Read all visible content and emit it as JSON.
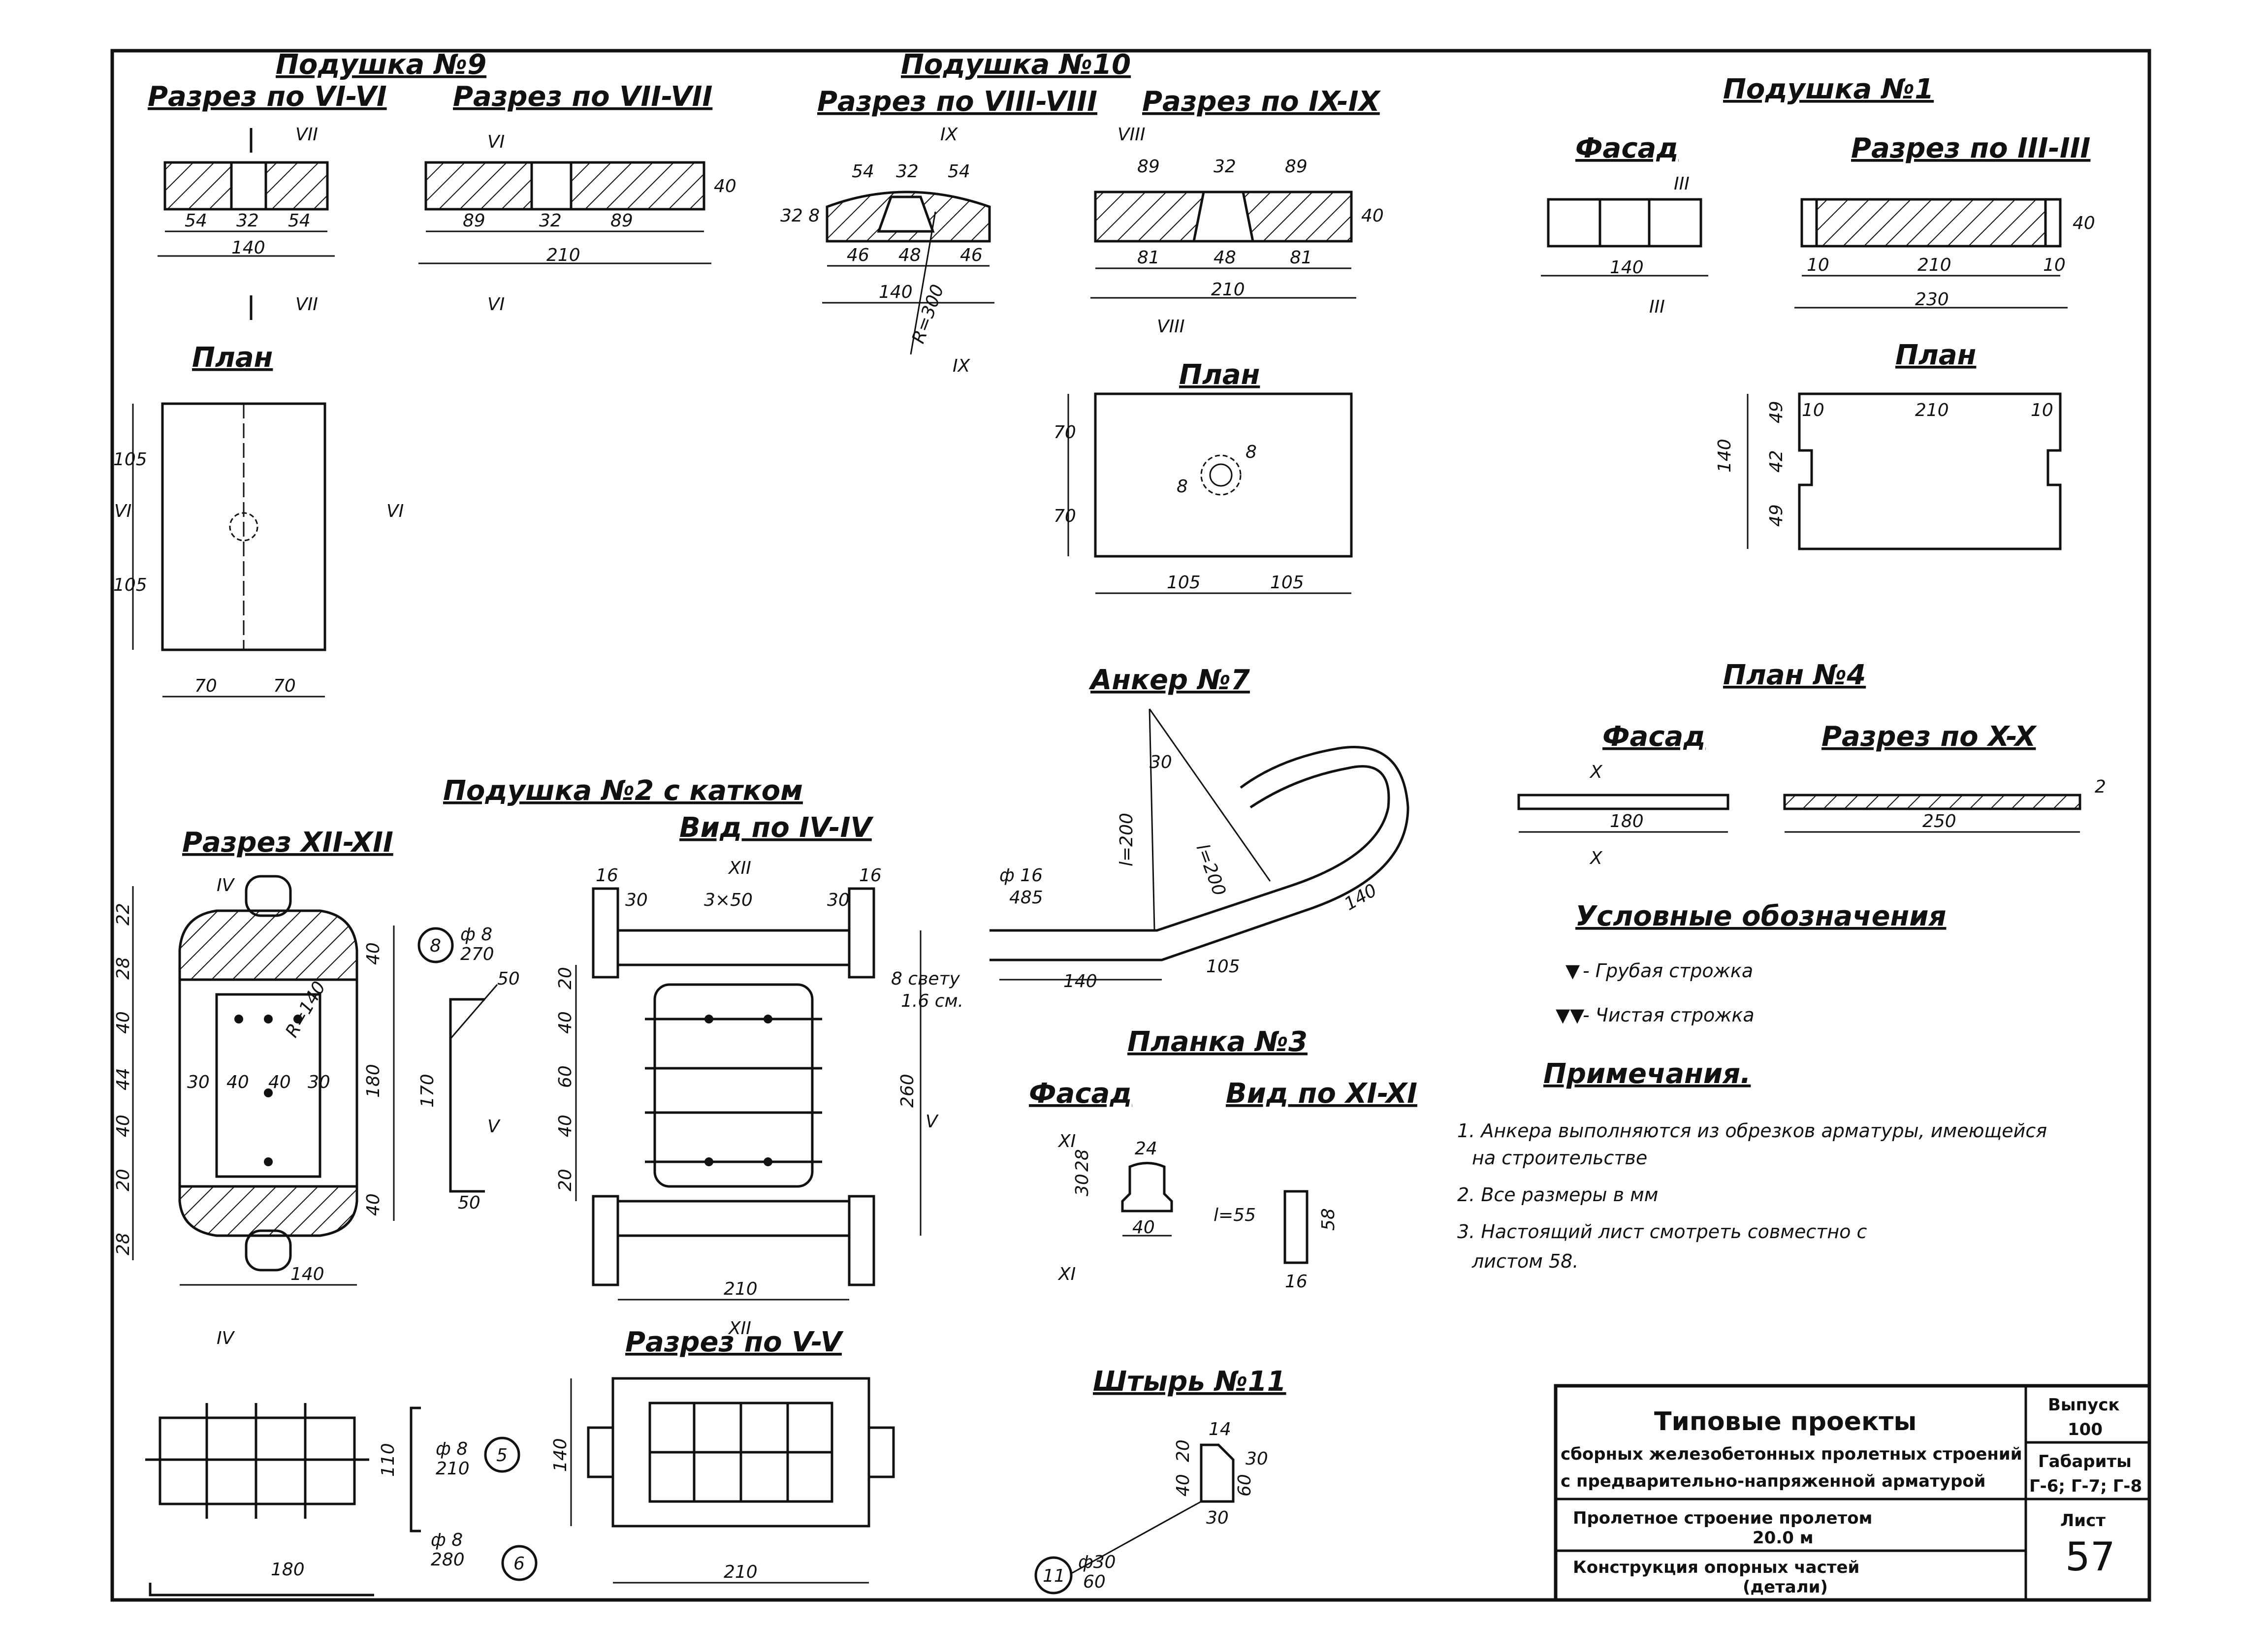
{
  "labels": {
    "pad9": "Подушка №9",
    "pad9_sec6": "Разрез по VI-VI",
    "pad9_sec7": "Разрез по VII-VII",
    "pad9_plan": "План",
    "pad10": "Подушка №10",
    "pad10_sec8": "Разрез по VIII-VIII",
    "pad10_sec9": "Разрез по IX-IX",
    "pad10_plan": "План",
    "pad1": "Подушка №1",
    "pad1_facade": "Фасад",
    "pad1_sec3": "Разрез по III-III",
    "pad1_plan": "План",
    "anchor7": "Анкер №7",
    "plan4": "План №4",
    "plan4_facade": "Фасад",
    "plan4_sec10": "Разрез по X-X",
    "pad2": "Подушка №2 с катком",
    "pad2_sec12": "Разрез XII-XII",
    "pad2_view4": "Вид по IV-IV",
    "pad2_sec5": "Разрез по V-V",
    "strip3": "Планка №3",
    "strip3_facade": "Фасад",
    "strip3_view11": "Вид по XI-XI",
    "pin11": "Штырь №11"
  },
  "roman": {
    "r3": "III",
    "r4": "IV",
    "r5": "V",
    "r6": "VI",
    "r7": "VII",
    "r8": "VIII",
    "r9": "IX",
    "r10": "X",
    "r11": "XI",
    "r12": "XII"
  },
  "dims": {
    "d10": "10",
    "d14": "14",
    "d16": "16",
    "d20": "20",
    "d22": "22",
    "d24": "24",
    "d28": "28",
    "d30": "30",
    "d32": "32",
    "d40": "40",
    "d42": "42",
    "d44": "44",
    "d46": "46",
    "d48": "48",
    "d49": "49",
    "d50": "50",
    "d54": "54",
    "d58": "58",
    "d60": "60",
    "d70": "70",
    "d81": "81",
    "d89": "89",
    "d105": "105",
    "d110": "110",
    "d140": "140",
    "d170": "170",
    "d180": "180",
    "d200": "200",
    "d210": "210",
    "d230": "230",
    "d250": "250",
    "d260": "260",
    "d3x50": "3×50",
    "d328": "32 8",
    "r300": "R=300",
    "r140": "R=140",
    "l200": "l=200",
    "l55": "l=55",
    "phi16": "ф 16",
    "len485": "485",
    "b8": "8",
    "b8b": "8",
    "b2": "2"
  },
  "rebar": {
    "n8": "8",
    "n8_d": "ф 8",
    "n8_l": "270",
    "n5": "5",
    "n5_d": "ф 8",
    "n5_l": "210",
    "n6": "6",
    "n6_d": "ф 8",
    "n6_l": "280",
    "n11": "11",
    "n11_d": "ф30",
    "n11_l": "60"
  },
  "clearance": {
    "line1": "8 свету",
    "line2": "1.6 см."
  },
  "legend": {
    "title": "Условные обозначения",
    "rough_sym": "▼",
    "rough": "- Грубая строжка",
    "fine_sym": "▼▼",
    "fine": "- Чистая строжка"
  },
  "notes": {
    "title": "Примечания.",
    "n1a": "1. Анкера выполняются из обрезков арматуры, имеющейся",
    "n1b": "на строительстве",
    "n2": "2. Все размеры в мм",
    "n3a": "3. Настоящий лист смотреть совместно с",
    "n3b": "листом 58."
  },
  "stamp": {
    "title1": "Типовые проекты",
    "title2": "сборных железобетонных пролетных строений",
    "title3": "с предварительно-напряженной арматурой",
    "issue_label": "Выпуск",
    "issue": "100",
    "gab_label": "Габариты",
    "gab": "Г-6; Г-7; Г-8",
    "span1": "Пролетное строение пролетом",
    "span2": "20.0 м",
    "sheet_label": "Лист",
    "sheet": "57",
    "desc1": "Конструкция опорных частей",
    "desc2": "(детали)"
  }
}
